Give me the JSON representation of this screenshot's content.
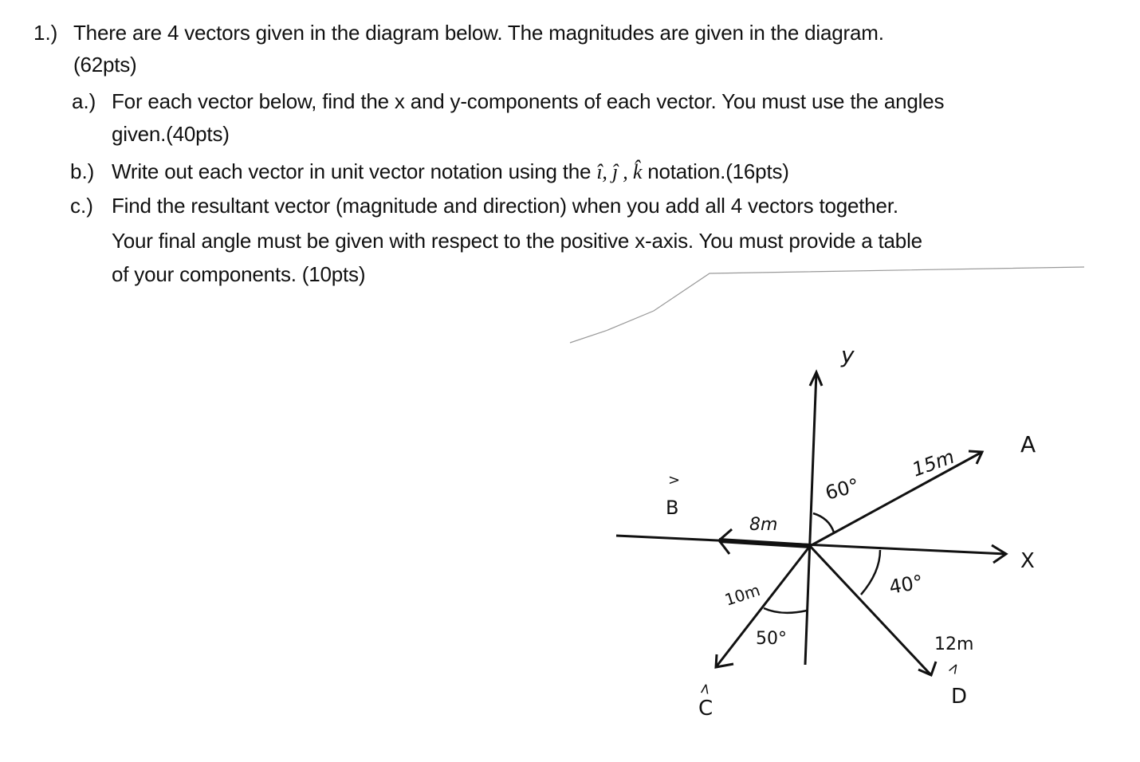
{
  "problem": {
    "number": "1.)",
    "intro": "There are 4 vectors given in the diagram below.  The magnitudes are given in the diagram.",
    "points": "(62pts)",
    "parts": [
      {
        "label": "a.)",
        "line1": "For each vector below, find the x and y-components of each vector. You must use the angles",
        "line2": "given.(40pts)"
      },
      {
        "label": "b.)",
        "pre": "Write out each vector in unit vector notation using the ",
        "unit_vectors": "î, ĵ , k̂",
        "post": " notation.(16pts)"
      },
      {
        "label": "c.)",
        "line1": "Find the resultant vector (magnitude and direction) when you add all 4 vectors together.",
        "line2": "Your final angle must be given with respect to the positive x-axis. You must provide a table",
        "line3": "of your components. (10pts)"
      }
    ]
  },
  "diagram": {
    "axes": {
      "x_label": "X",
      "y_label": "y"
    },
    "vectors": [
      {
        "name": "A",
        "magnitude": "15m",
        "angle": "60°",
        "angle_ref": "from +y axis"
      },
      {
        "name": "B",
        "magnitude": "8m",
        "angle": "",
        "angle_ref": "along -x axis"
      },
      {
        "name": "C",
        "magnitude": "10m",
        "angle": "50°",
        "angle_ref": "from -y axis"
      },
      {
        "name": "D",
        "magnitude": "12m",
        "angle": "40°",
        "angle_ref": "from +x axis"
      }
    ]
  }
}
